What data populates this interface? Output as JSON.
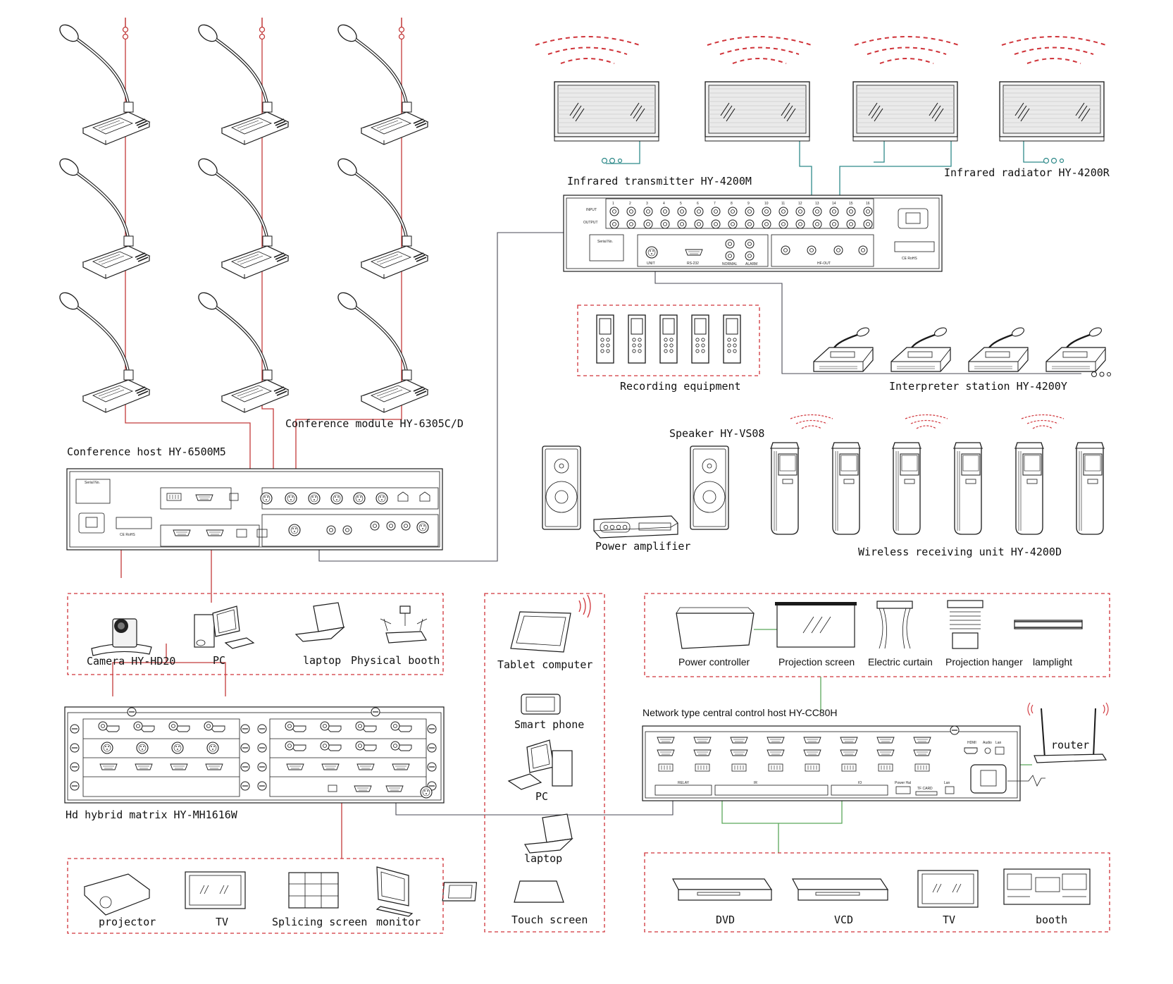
{
  "labels": {
    "conference_module": "Conference module HY-6305C/D",
    "conference_host": "Conference host HY-6500M5",
    "ir_transmitter": "Infrared transmitter HY-4200M",
    "ir_radiator": "Infrared radiator HY-4200R",
    "recording": "Recording equipment",
    "interpreter": "Interpreter station HY-4200Y",
    "speaker": "Speaker HY-VS08",
    "power_amplifier": "Power amplifier",
    "wireless_unit": "Wireless receiving unit HY-4200D",
    "camera": "Camera HY-HD20",
    "pc_top": "PC",
    "laptop_top": "laptop",
    "physical_booth": "Physical booth",
    "tablet": "Tablet computer",
    "smart_phone": "Smart phone",
    "pc_mid": "PC",
    "laptop_mid": "laptop",
    "touch_screen": "Touch screen",
    "power_controller": "Power controller",
    "projection_screen": "Projection screen",
    "electric_curtain": "Electric curtain",
    "projection_hanger": "Projection hanger",
    "lamplight": "lamplight",
    "central_control": "Network type central control host HY-CC80H",
    "router": "router",
    "matrix": "Hd hybrid matrix HY-MH1616W",
    "projector": "projector",
    "tv_left": "TV",
    "splicing_screen": "Splicing screen",
    "monitor": "monitor",
    "dvd": "DVD",
    "vcd": "VCD",
    "tv_right": "TV",
    "booth": "booth"
  },
  "panel_text": {
    "input": "INPUT",
    "output": "OUTPUT",
    "serial_no": "Serial No.",
    "ce_rohs": "CE RoHS",
    "unit": "UNIT",
    "rs232": "RS-232",
    "normal": "NORMAL",
    "alarm": "ALARM",
    "hf_out": "HF-OUT",
    "relay": "RELAY",
    "ir": "IR",
    "io": "IO",
    "power_hal": "Power Hal",
    "tf_card": "TF CARD",
    "lan": "Lan",
    "hdmi": "HDMI",
    "audio": "Audio"
  },
  "channel_numbers": [
    "1",
    "2",
    "3",
    "4",
    "5",
    "6",
    "7",
    "8",
    "9",
    "10",
    "11",
    "12",
    "13",
    "14",
    "15",
    "16"
  ],
  "colors": {
    "audio_link": "#c23a3a",
    "ir_link": "#2f8a8a",
    "control_link": "#5aa85a",
    "group_border": "#d0343a",
    "device_stroke": "#1a1a1a"
  }
}
